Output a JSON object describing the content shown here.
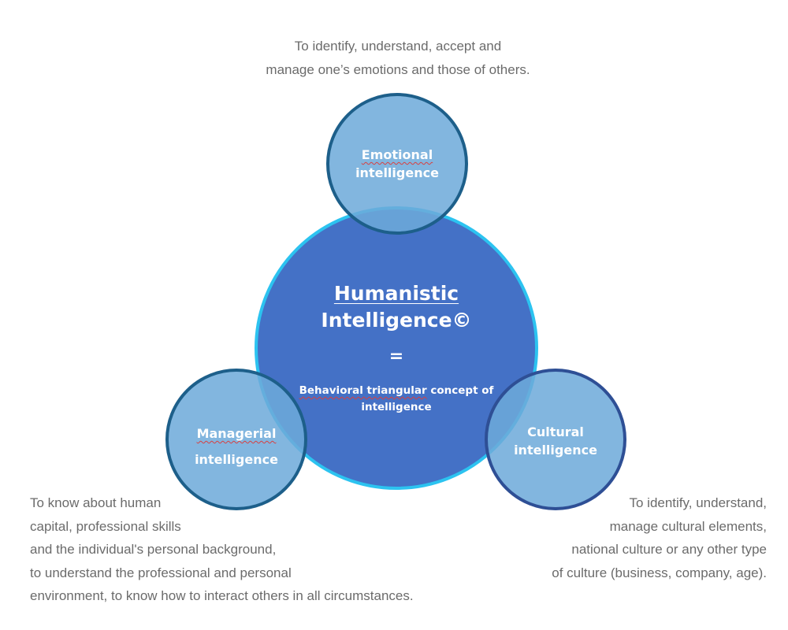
{
  "central": {
    "title_line1": "Humanistic",
    "title_line2": "Intelligence©",
    "equals": "=",
    "subtitle_word1": "Behavioral triangular",
    "subtitle_rest": " concept of",
    "subtitle_line2": "intelligence"
  },
  "emotional": {
    "label_line1": "Emotional",
    "label_line2": "intelligence",
    "description": "To identify, understand, accept and\nmanage one’s emotions and those of others."
  },
  "managerial": {
    "label_line1": "Managerial",
    "label_line2": "intelligence",
    "description": "To know about human\ncapital, professional skills\nand the individual's personal background,\nto understand the professional and personal\nenvironment, to know how  to interact others in all circumstances."
  },
  "cultural": {
    "label_line1": "Cultural",
    "label_line2": "intelligence",
    "description": "To identify, understand,\nmanage cultural elements,\nnational culture or any other type\nof culture (business, company, age)."
  },
  "colors": {
    "central_fill": "#3e6cc4",
    "central_border": "#2cc3f0",
    "satellite_fill": "#6eaada",
    "satellite_border": "#1d5f8a",
    "description_text": "#6b6b6b"
  }
}
